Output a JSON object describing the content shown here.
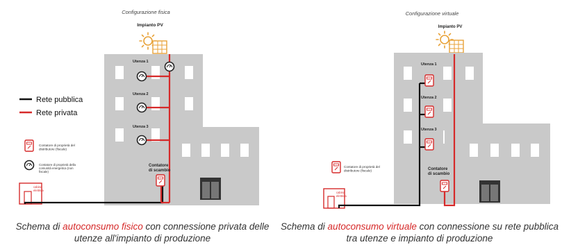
{
  "left_panel": {
    "title": "Configurazione fisica",
    "pv_label": "Impianto PV",
    "users": [
      "Utenza 1",
      "Utenza 2",
      "Utenza 3"
    ],
    "exchange_meter_label": "Contatore di scambio",
    "cabin_label": "cabina elettrica",
    "legend": {
      "public": "Rete pubblica",
      "private": "Rete privata",
      "fiscal_meter": "Contatore di proprietà del distributore (fiscale)",
      "community_meter": "Contatore di proprietà della comunità energetica (non fiscale)"
    },
    "caption": {
      "pre": "Schema di ",
      "highlight": "autoconsumo fisico",
      "post": " con  connessione privata delle utenze all'impianto di produzione"
    }
  },
  "right_panel": {
    "title": "Configurazione virtuale",
    "pv_label": "Impianto PV",
    "users": [
      "Utenza 1",
      "Utenza 2",
      "Utenza 3"
    ],
    "exchange_meter_label": "Contatore di scambio",
    "cabin_label": "cabina elettrica",
    "legend": {
      "fiscal_meter": "Contatore di proprietà del distributore (fiscale)"
    },
    "caption": {
      "pre": "Schema di ",
      "highlight": "autoconsumo virtuale",
      "post": " con connessione su rete pubblica tra utenze e impianto di produzione"
    }
  },
  "colors": {
    "public_line": "#111111",
    "private_line": "#d62a2a",
    "building": "#c9c9c9",
    "window": "#ffffff",
    "meter": "#d62a2a",
    "sun": "#e8a238"
  }
}
